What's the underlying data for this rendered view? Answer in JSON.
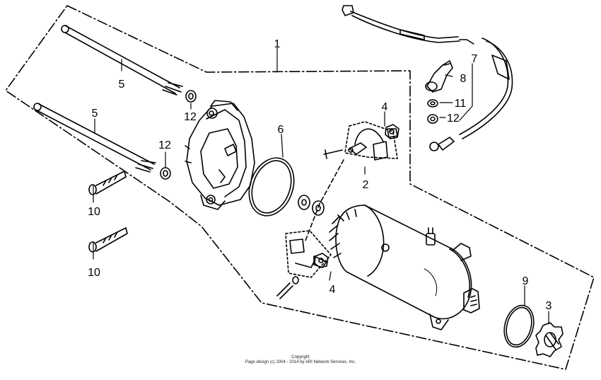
{
  "callouts": {
    "c1": "1",
    "c2": "2",
    "c3": "3",
    "c4a": "4",
    "c4b": "4",
    "c5a": "5",
    "c5b": "5",
    "c6": "6",
    "c7": "7",
    "c8": "8",
    "c9": "9",
    "c10a": "10",
    "c10b": "10",
    "c11": "11",
    "c12a": "12",
    "c12b": "12",
    "c12c": "12"
  },
  "copyright": {
    "line1": "Copyright",
    "line2": "Page design (c) 2004 - 2014 by ARI Network Services, Inc."
  },
  "colors": {
    "ink": "#000000",
    "background": "#ffffff"
  }
}
